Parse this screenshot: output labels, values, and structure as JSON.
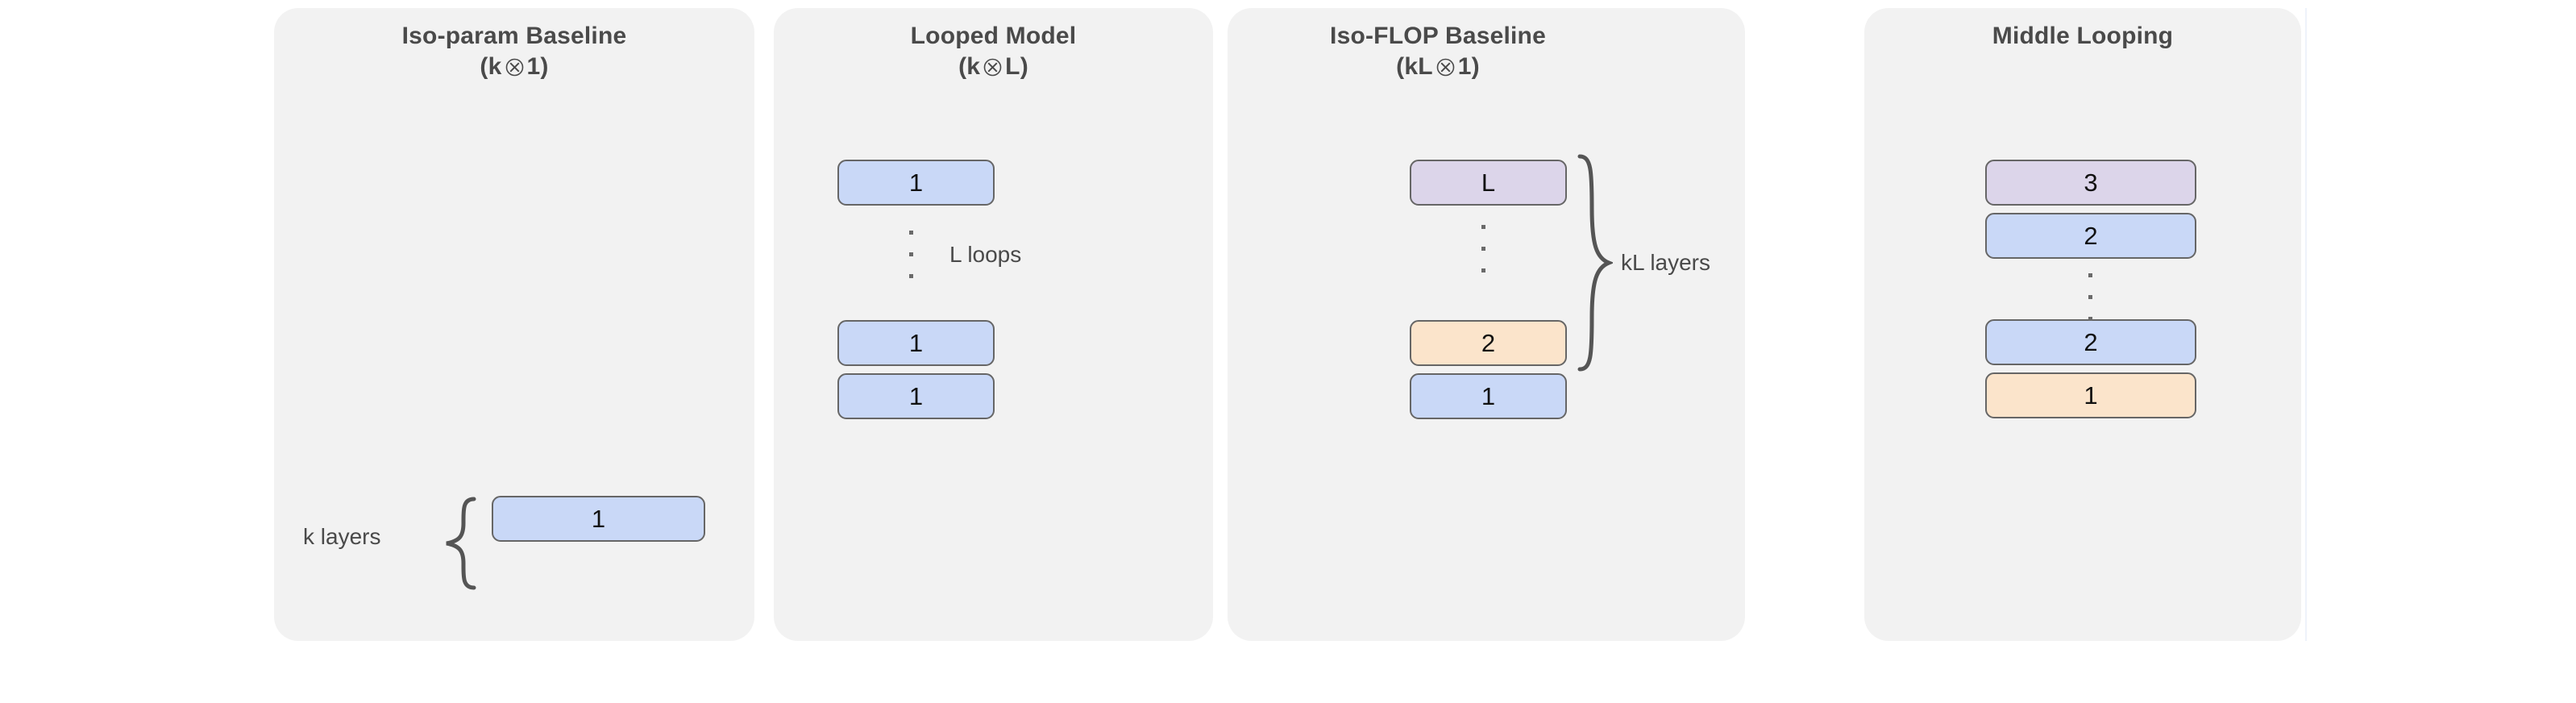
{
  "figure": {
    "background_color": "#ffffff",
    "panel_background_color": "#f2f2f2",
    "box_colors": {
      "blue": "#c9d8f7",
      "purple": "#dcd5ea",
      "orange": "#fbe4cb",
      "border": "#666666"
    },
    "text_color": "#4a4a4a"
  },
  "panels": [
    {
      "id": "iso-param-baseline",
      "title": "Iso-param Baseline",
      "subtitle_prefix": "(k",
      "subtitle_symbol": "circled-times",
      "subtitle_suffix": "1)",
      "annotation": "k layers",
      "annotation_brace": "left-curly-brace",
      "boxes": [
        {
          "label": "1",
          "color": "blue"
        }
      ],
      "dots": null
    },
    {
      "id": "looped-model",
      "title": "Looped Model",
      "subtitle_prefix": "(k",
      "subtitle_symbol": "circled-times",
      "subtitle_suffix": "L)",
      "annotation": "L loops",
      "annotation_brace": null,
      "boxes": [
        {
          "label": "1",
          "color": "blue"
        },
        {
          "label": "1",
          "color": "blue"
        },
        {
          "label": "1",
          "color": "blue"
        }
      ],
      "dots": {
        "count": 3,
        "after_index": 0
      }
    },
    {
      "id": "iso-flop-baseline",
      "title": "Iso-FLOP Baseline",
      "subtitle_prefix": "(kL",
      "subtitle_symbol": "circled-times",
      "subtitle_suffix": "1)",
      "annotation": "kL layers",
      "annotation_brace": "right-curly-brace",
      "boxes": [
        {
          "label": "L",
          "color": "purple"
        },
        {
          "label": "2",
          "color": "orange"
        },
        {
          "label": "1",
          "color": "blue"
        }
      ],
      "dots": {
        "count": 3,
        "after_index": 0
      }
    },
    {
      "id": "middle-looping",
      "title": "Middle Looping",
      "subtitle_prefix": "",
      "subtitle_symbol": "",
      "subtitle_suffix": "",
      "annotation": "",
      "annotation_brace": null,
      "boxes": [
        {
          "label": "3",
          "color": "purple"
        },
        {
          "label": "2",
          "color": "blue"
        },
        {
          "label": "2",
          "color": "blue"
        },
        {
          "label": "1",
          "color": "orange"
        }
      ],
      "dots": {
        "count": 3,
        "after_index": 1
      }
    }
  ]
}
